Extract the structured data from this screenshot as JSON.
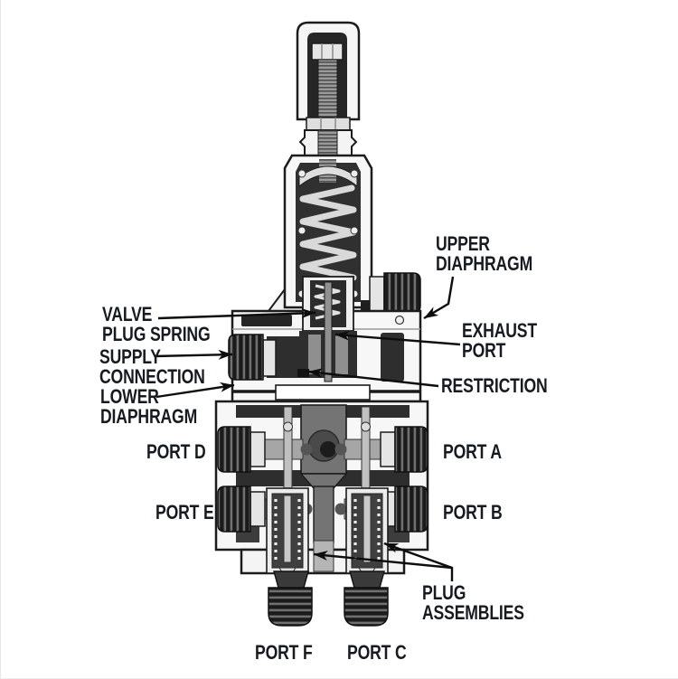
{
  "labels": {
    "upper_diaphragm": {
      "line1": "UPPER",
      "line2": "DIAPHRAGM"
    },
    "valve_plug_spring": {
      "line1": "VALVE",
      "line2": "PLUG SPRING"
    },
    "supply_connection": {
      "line1": "SUPPLY",
      "line2": "CONNECTION"
    },
    "lower_diaphragm": {
      "line1": "LOWER",
      "line2": "DIAPHRAGM"
    },
    "exhaust_port": {
      "line1": "EXHAUST",
      "line2": "PORT"
    },
    "restriction": {
      "text": "RESTRICTION"
    },
    "plug_assemblies": {
      "line1": "PLUG",
      "line2": "ASSEMBLIES"
    },
    "port_d": {
      "text": "PORT D"
    },
    "port_a": {
      "text": "PORT A"
    },
    "port_e": {
      "text": "PORT E"
    },
    "port_b": {
      "text": "PORT B"
    },
    "port_f": {
      "text": "PORT F"
    },
    "port_c": {
      "text": "PORT C"
    }
  },
  "colors": {
    "background": "#ffffff",
    "label_text": "#171b21",
    "leader_line": "#0d0d0d",
    "body_outline": "#1c1c1c",
    "body_fill": "#f7f7f7",
    "cavity_fill": "#2e2e2e",
    "spring_coil": "#d9d9d9",
    "metal_mid": "#a6a6a6",
    "thread_dark": "#1b1b1b"
  }
}
